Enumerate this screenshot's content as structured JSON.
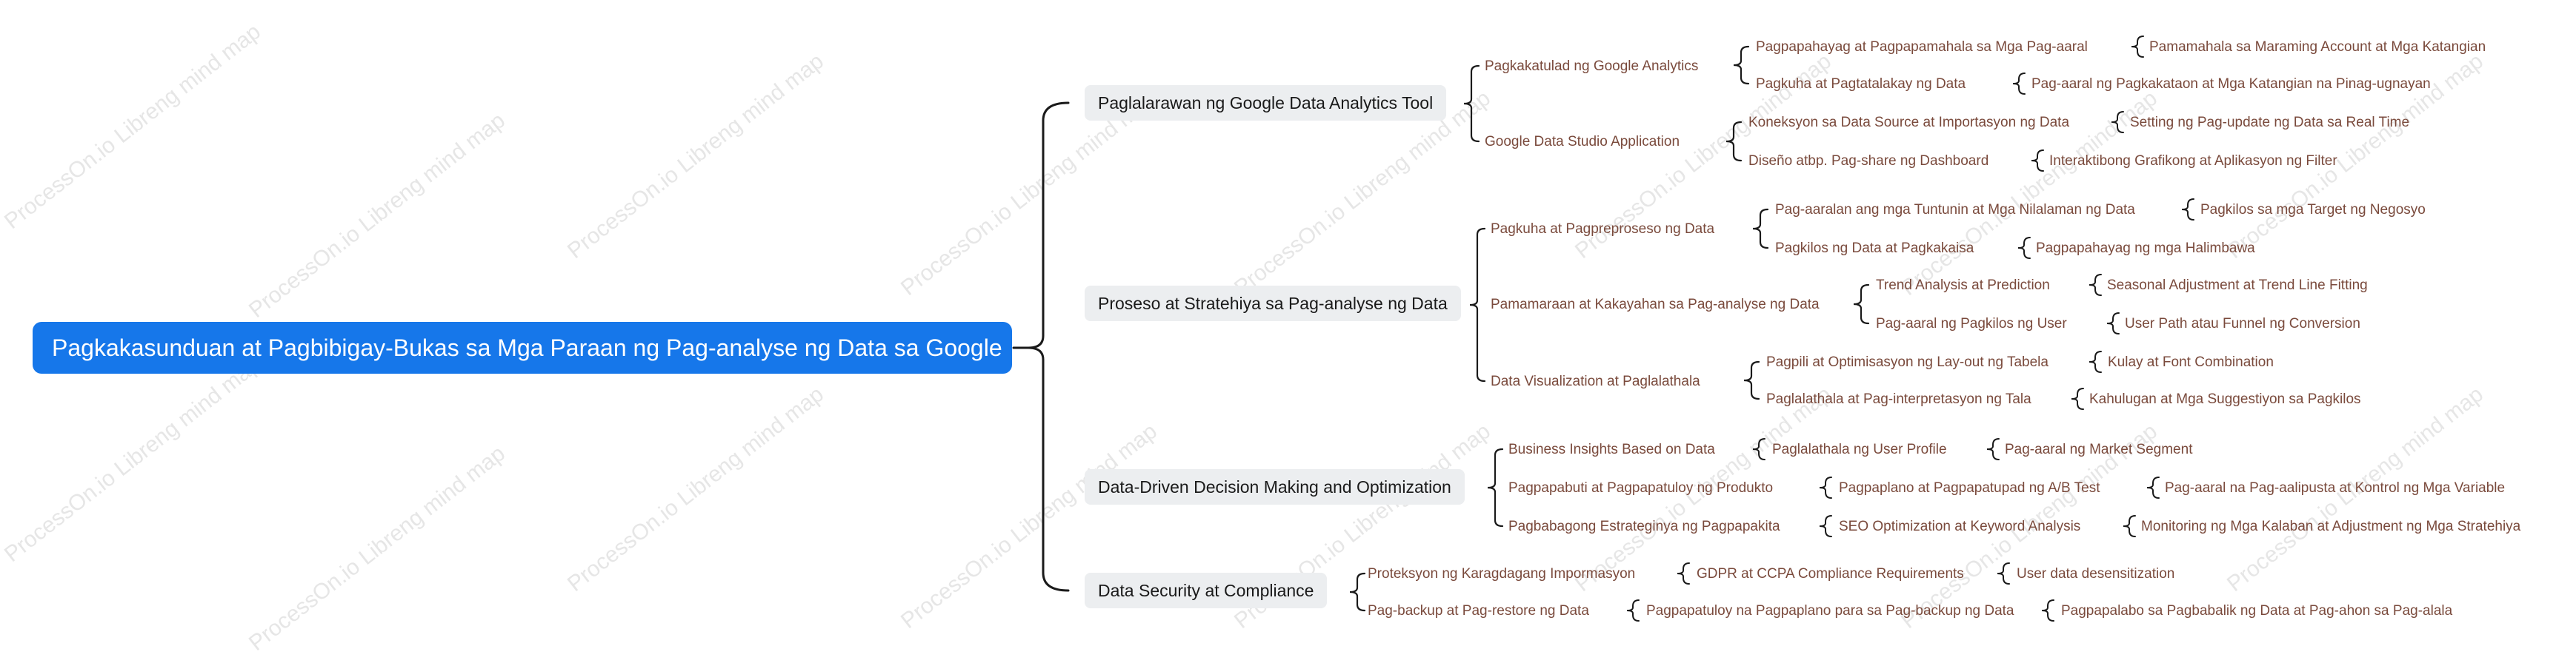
{
  "watermark_text": "ProcessOn.io Libreng mind map",
  "accent_color": "#1677ea",
  "root": {
    "label": "Pagkakasunduan at Pagbibigay-Bukas sa Mga Paraan ng Pag-analyse ng Data sa Google"
  },
  "branches": [
    {
      "label": "Paglalarawan ng Google Data Analytics Tool",
      "children": [
        {
          "label": "Pagkakatulad ng Google Analytics",
          "children": [
            {
              "label": "Pagpapahayag at Pagpapamahala sa Mga Pag-aaral",
              "child": "Pamamahala sa Maraming Account at Mga Katangian"
            },
            {
              "label": "Pagkuha at Pagtatalakay ng Data",
              "child": "Pag-aaral ng Pagkakataon at Mga Katangian na Pinag-ugnayan"
            }
          ]
        },
        {
          "label": "Google Data Studio Application",
          "children": [
            {
              "label": "Koneksyon sa Data Source at Importasyon ng Data",
              "child": "Setting ng Pag-update ng Data sa Real Time"
            },
            {
              "label": "Diseño atbp. Pag-share ng Dashboard",
              "child": "Interaktibong Grafikong at Aplikasyon ng Filter"
            }
          ]
        }
      ]
    },
    {
      "label": "Proseso at Stratehiya sa Pag-analyse ng Data",
      "children": [
        {
          "label": "Pagkuha at Pagpreproseso ng Data",
          "children": [
            {
              "label": "Pag-aaralan ang mga Tuntunin at Mga Nilalaman ng Data",
              "child": "Pagkilos sa mga Target ng Negosyo"
            },
            {
              "label": "Pagkilos ng Data at Pagkakaisa",
              "child": "Pagpapahayag ng mga Halimbawa"
            }
          ]
        },
        {
          "label": "Pamamaraan at Kakayahan sa Pag-analyse ng Data",
          "children": [
            {
              "label": "Trend Analysis at Prediction",
              "child": "Seasonal Adjustment at Trend Line Fitting"
            },
            {
              "label": "Pag-aaral ng Pagkilos ng User",
              "child": "User Path atau Funnel ng Conversion"
            }
          ]
        },
        {
          "label": "Data Visualization at Paglalathala",
          "children": [
            {
              "label": "Pagpili at Optimisasyon ng Lay-out ng Tabela",
              "child": "Kulay at Font Combination"
            },
            {
              "label": "Paglalathala at Pag-interpretasyon ng Tala",
              "child": "Kahulugan at Mga Suggestiyon sa Pagkilos"
            }
          ]
        }
      ]
    },
    {
      "label": "Data-Driven Decision Making and Optimization",
      "children": [
        {
          "label": "Business Insights Based on Data",
          "children": [
            {
              "label": "Paglalathala ng User Profile",
              "child": "Pag-aaral ng Market Segment"
            }
          ]
        },
        {
          "label": "Pagpapabuti at Pagpapatuloy ng Produkto",
          "children": [
            {
              "label": "Pagpaplano at Pagpapatupad ng A/B Test",
              "child": "Pag-aaral na Pag-aalipusta at Kontrol ng Mga Variable"
            }
          ]
        },
        {
          "label": "Pagbabagong Estrateginya ng Pagpapakita",
          "children": [
            {
              "label": "SEO Optimization at Keyword Analysis",
              "child": "Monitoring ng Mga Kalaban at Adjustment ng Mga Stratehiya"
            }
          ]
        }
      ]
    },
    {
      "label": "Data Security at Compliance",
      "children": [
        {
          "label": "Proteksyon ng Karagdagang Impormasyon",
          "children": [
            {
              "label": "GDPR at CCPA Compliance Requirements",
              "child": "User data desensitization"
            }
          ]
        },
        {
          "label": "Pag-backup at Pag-restore ng Data",
          "children": [
            {
              "label": "Pagpapatuloy na Pagpaplano para sa Pag-backup ng Data",
              "child": "Pagpapalabo sa Pagbabalik ng Data at Pag-ahon sa Pag-alala"
            }
          ]
        }
      ]
    }
  ]
}
